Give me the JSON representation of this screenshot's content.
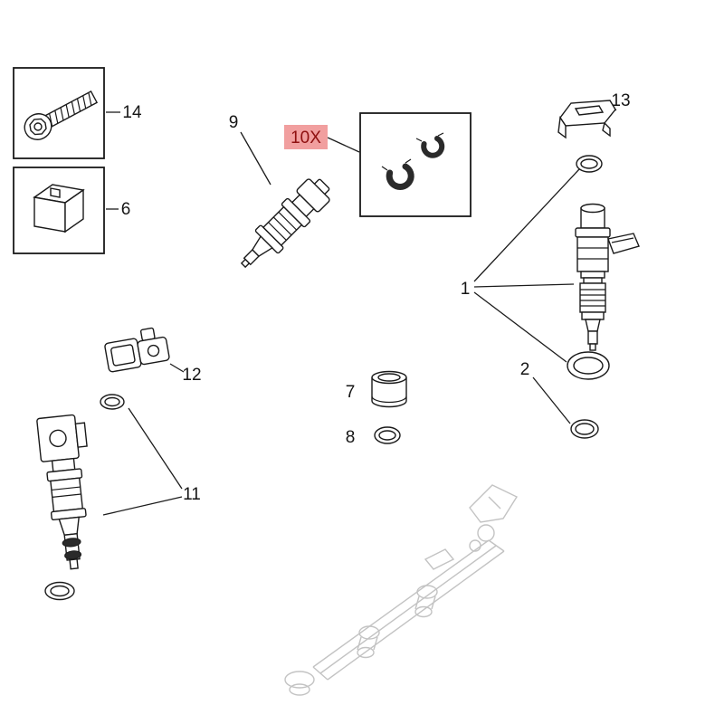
{
  "diagram": {
    "labels": {
      "part14": "14",
      "part6": "6",
      "part9": "9",
      "part10x": "10X",
      "part13": "13",
      "part1": "1",
      "part2": "2",
      "part7": "7",
      "part8": "8",
      "part12": "12",
      "part11": "11"
    },
    "colors": {
      "highlight_bg": "#f19f9f",
      "highlight_text": "#8f1010",
      "line": "#1c1c1c",
      "faded": "#c3c3c3"
    }
  }
}
